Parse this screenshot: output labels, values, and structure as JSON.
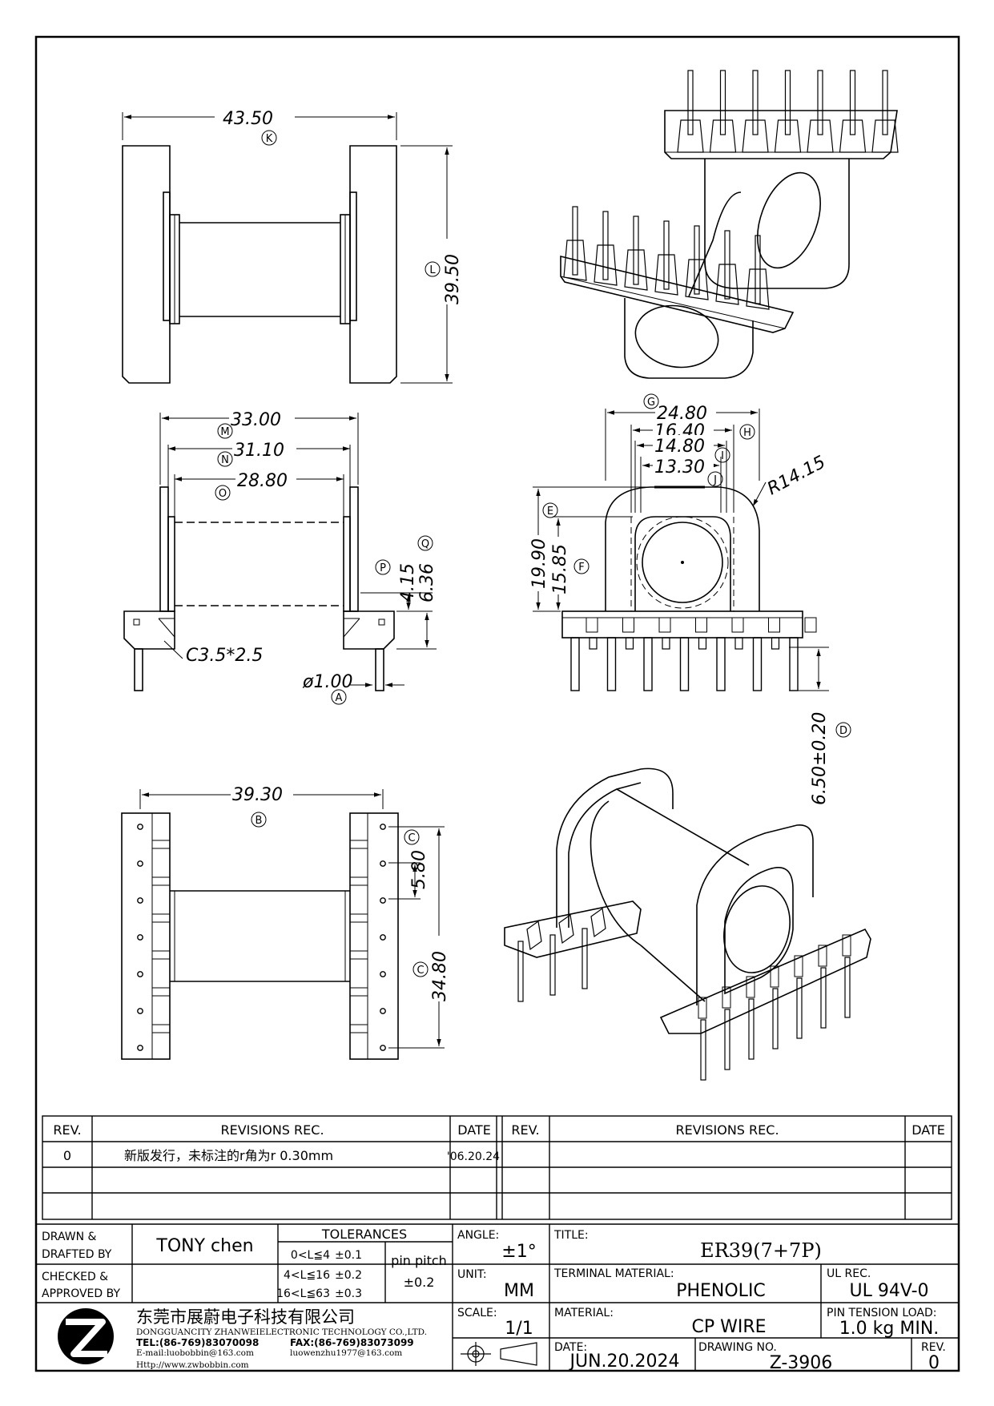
{
  "drawing": {
    "top_view": {
      "dims": [
        {
          "id": "K",
          "value": "43.50"
        },
        {
          "id": "L",
          "value": "39.50"
        }
      ]
    },
    "side_view": {
      "dims": [
        {
          "id": "M",
          "value": "33.00"
        },
        {
          "id": "N",
          "value": "31.10"
        },
        {
          "id": "O",
          "value": "28.80"
        },
        {
          "id": "P",
          "value": "4.15"
        },
        {
          "id": "Q",
          "value": "6.36"
        },
        {
          "id": "A",
          "value": "ø1.00"
        }
      ],
      "chamfer": "C3.5*2.5"
    },
    "front_view": {
      "dims": [
        {
          "id": "G",
          "value": "24.80"
        },
        {
          "id": "H",
          "value": "16.40"
        },
        {
          "id": "I",
          "value": "14.80"
        },
        {
          "id": "J",
          "value": "13.30"
        },
        {
          "id": "E",
          "value": "19.90"
        },
        {
          "id": "F",
          "value": "15.85"
        },
        {
          "id": "D",
          "value": "6.50±0.20"
        }
      ],
      "radius": "R14.15"
    },
    "bottom_view": {
      "dims": [
        {
          "id": "B",
          "value": "39.30"
        },
        {
          "id": "C",
          "value": "5.80"
        },
        {
          "id": "C",
          "value": "34.80"
        }
      ]
    }
  },
  "revisions": {
    "headers": {
      "rev": "REV.",
      "rec": "REVISIONS  REC.",
      "date": "DATE"
    },
    "rows": [
      {
        "rev": "0",
        "rec": "新版发行，未标注的r角为r 0.30mm",
        "date": "'06.20.24"
      }
    ]
  },
  "title_block": {
    "drawn_label": "DRAWN &",
    "drafted_label": "DRAFTED BY",
    "drawn_by": "TONY chen",
    "checked_label": "CHECKED &",
    "approved_label": "APPROVED BY",
    "tolerances_label": "TOLERANCES",
    "tolerances": [
      {
        "range": "0<L≦4",
        "tol": "±0.1"
      },
      {
        "range": "4<L≦16",
        "tol": "±0.2"
      },
      {
        "range": "16<L≦63",
        "tol": "±0.3"
      }
    ],
    "pin_pitch_label": "pin pitch",
    "pin_pitch_tol": "±0.2",
    "angle_label": "ANGLE:",
    "angle": "±1°",
    "unit_label": "UNIT:",
    "unit": "MM",
    "scale_label": "SCALE:",
    "scale": "1/1",
    "title_label": "TITLE:",
    "title": "ER39(7+7P)",
    "terminal_material_label": "TERMINAL MATERIAL:",
    "terminal_material": "PHENOLIC",
    "ul_rec_label": "UL REC.",
    "ul_rec": "UL 94V-0",
    "material_label": "MATERIAL:",
    "material": "CP WIRE",
    "pin_tension_label": "PIN TENSION LOAD:",
    "pin_tension": "1.0 kg MIN.",
    "date_label": "DATE:",
    "date": "JUN.20.2024",
    "drawing_no_label": "DRAWING NO.",
    "drawing_no": "Z-3906",
    "rev_label": "REV.",
    "rev": "0"
  },
  "company": {
    "name_cn": "东莞市展蔚电子科技有限公司",
    "name_en": "DONGGUANCITY ZHANWEIELECTRONIC TECHNOLOGY CO.,LTD.",
    "tel": "TEL:(86-769)83070098",
    "fax": "FAX:(86-769)83073099",
    "email": "E-mail:luobobbin@163.com",
    "email2": "luowenzhu1977@163.com",
    "web": "Http://www.zwbobbin.com"
  }
}
